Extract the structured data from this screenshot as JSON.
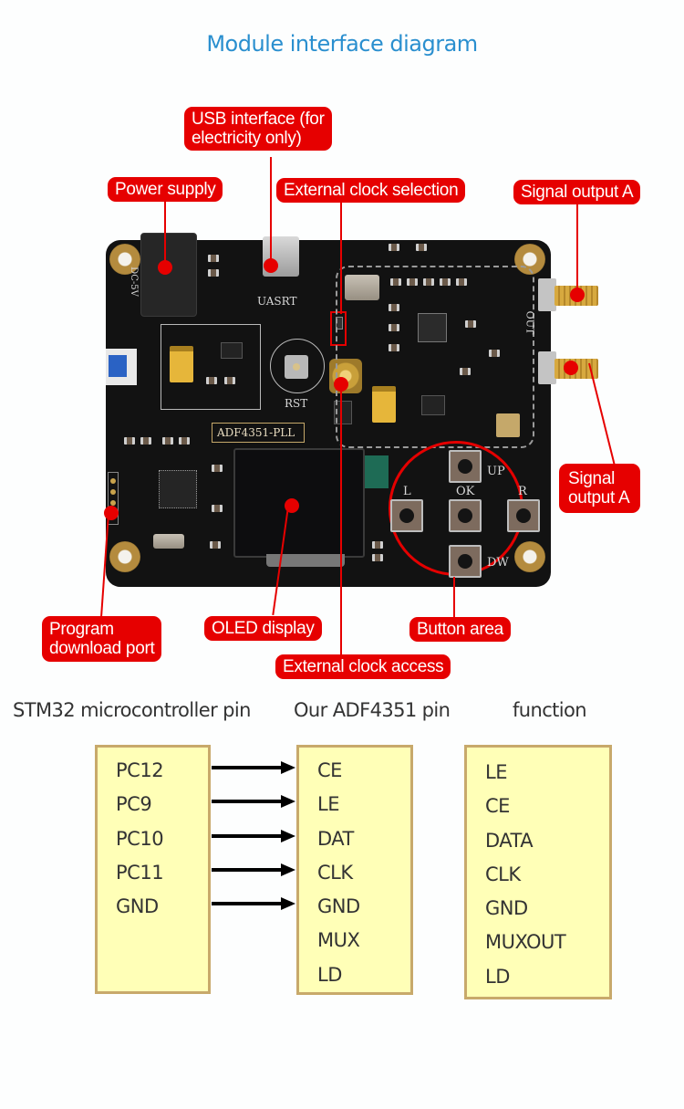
{
  "title": "Module interface diagram",
  "board": {
    "silkscreen": {
      "board_name": "ADF4351-PLL",
      "usb_label": "UASRT",
      "dc_label": "DC-5V",
      "reset_label": "RST",
      "output_label": "OUT",
      "buttons": [
        "UP",
        "L",
        "OK",
        "R",
        "DW"
      ]
    }
  },
  "callouts": {
    "usb": "USB interface (for electricity only)",
    "usb_line1": "USB interface (for",
    "usb_line2": "electricity only)",
    "power": "Power supply",
    "ext_clock_sel": "External clock selection",
    "signal_a_top": "Signal output A",
    "signal_a_right_line1": "Signal",
    "signal_a_right_line2": "output A",
    "program_line1": "Program",
    "program_line2": "download port",
    "oled": "OLED display",
    "button_area": "Button area",
    "ext_clock_access": "External clock access"
  },
  "colors": {
    "title": "#2a8fcf",
    "callout": "#e60000",
    "table_fill": "#ffffb7",
    "table_border": "#c8a96b"
  },
  "pin_table": {
    "headers": {
      "stm32": "STM32 microcontroller pin",
      "adf4351": "Our ADF4351 pin",
      "function": "function"
    },
    "stm32_pins": [
      "PC12",
      "PC9",
      "PC10",
      "PC11",
      "GND"
    ],
    "adf4351_pins": [
      "CE",
      "LE",
      "DAT",
      "CLK",
      "GND",
      "MUX",
      "LD"
    ],
    "functions": [
      "LE",
      "CE",
      "DATA",
      "CLK",
      "GND",
      "MUXOUT",
      "LD"
    ],
    "connections": [
      {
        "from": "PC12",
        "to": "CE"
      },
      {
        "from": "PC9",
        "to": "LE"
      },
      {
        "from": "PC10",
        "to": "DAT"
      },
      {
        "from": "PC11",
        "to": "CLK"
      },
      {
        "from": "GND",
        "to": "GND"
      }
    ]
  }
}
